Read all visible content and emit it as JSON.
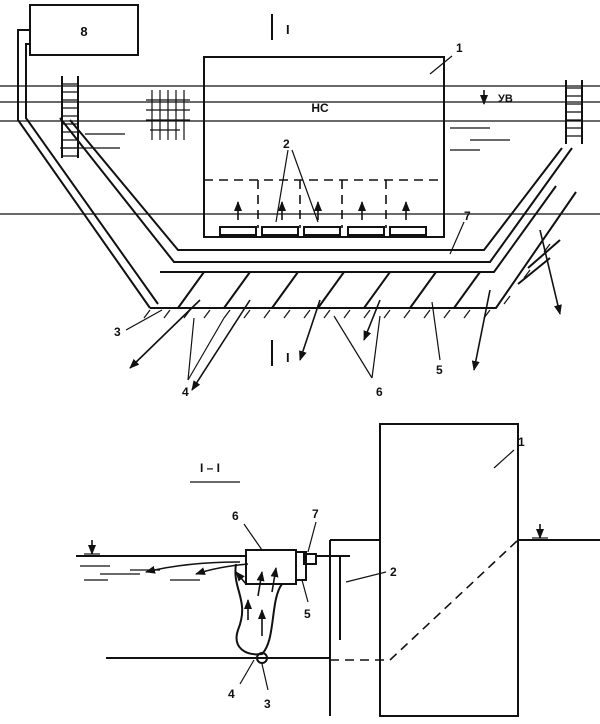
{
  "plan": {
    "tank_label": "8",
    "station_label": "НС",
    "water_level_label": "УВ",
    "section_marker": "I",
    "callouts": {
      "c1": "1",
      "c2": "2",
      "c3": "3",
      "c4": "4",
      "c5": "5",
      "c6": "6",
      "c7": "7"
    }
  },
  "section": {
    "title": "I – I",
    "callouts": {
      "c1": "1",
      "c2": "2",
      "c3": "3",
      "c4": "4",
      "c5": "5",
      "c6": "6",
      "c7": "7"
    }
  }
}
